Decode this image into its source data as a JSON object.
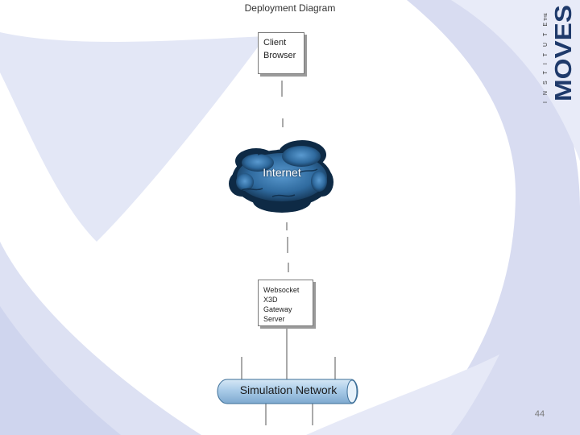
{
  "slide": {
    "title": "Deployment Diagram",
    "page_number": "44"
  },
  "nodes": {
    "client_lines": [
      "Client",
      "Browser"
    ],
    "internet_label": "Internet",
    "gateway_lines": [
      "Websocket",
      "X3D",
      "Gateway",
      "Server"
    ],
    "network_label": "Simulation Network"
  },
  "logo": {
    "top_small": "THE",
    "main": "MOVES",
    "vertical_text": "INSTITUTE"
  },
  "colors": {
    "swoosh": "#d5daf0",
    "cloud_dark": "#0e2a45",
    "cloud_light": "#4d8bc4",
    "bus_fill": "#a9cbe8",
    "logo_navy": "#1f3a6b"
  }
}
